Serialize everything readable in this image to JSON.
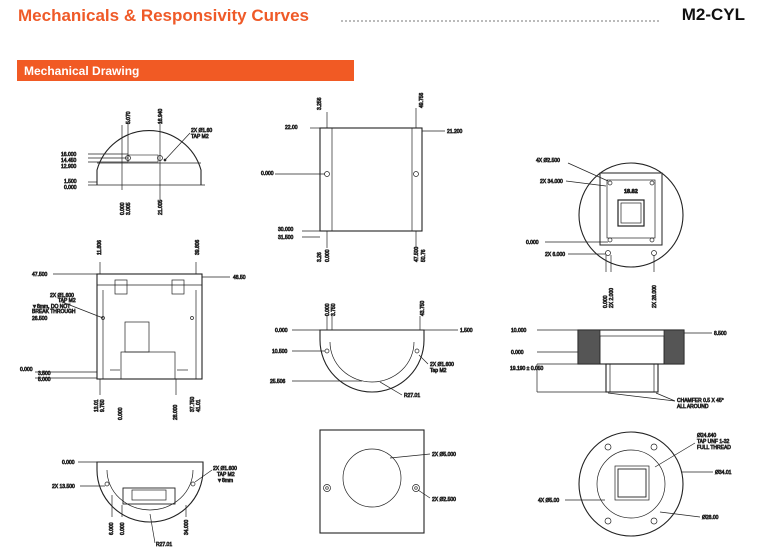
{
  "header": {
    "title": "Mechanicals & Responsivity Curves",
    "product": "M2-CYL"
  },
  "section": {
    "label": "Mechanical Drawing"
  },
  "d1": {
    "top": [
      "5.070",
      "18.940"
    ],
    "left": [
      "16.000",
      "14.450",
      "12.900",
      "1.500",
      "0.000"
    ],
    "bottom": [
      "0.000",
      "3.005",
      "21.005"
    ],
    "note": [
      "2X Ø1.60",
      "TAP M2"
    ]
  },
  "d2": {
    "top": [
      "3.256",
      "49.756"
    ],
    "left": [
      "22.00",
      "0.000",
      "30.000",
      "31.500"
    ],
    "right": "21.200",
    "bottom": [
      "3.26",
      "0.000",
      "47.500",
      "50.76"
    ]
  },
  "d3": {
    "labels": [
      "4X Ø2.500",
      "2X 34.000",
      "0.000",
      "2X 6.000"
    ],
    "chip": "18.82",
    "bottom": [
      "0.000",
      "2X 2.000",
      "2X 28.000"
    ]
  },
  "d4": {
    "top": [
      "11.806",
      "39.806"
    ],
    "left": [
      "47.500",
      "2X Ø1.600",
      "TAP M2",
      "▼8mm, DO NOT",
      "BREAK THROUGH",
      "26.500",
      "0.000",
      "3.500",
      "5.000"
    ],
    "right": "48.50",
    "bottom": [
      "13.01",
      "9.750",
      "0.000",
      "28.000",
      "37.750",
      "41.01"
    ]
  },
  "d5": {
    "top": [
      "0.000",
      "3.750",
      "43.750"
    ],
    "left": [
      "0.000",
      "10.500",
      "25.506"
    ],
    "right": "1.500",
    "note": [
      "2X Ø1.600",
      "Tap M2"
    ],
    "radius": "R27.01"
  },
  "d6": {
    "left": [
      "10.000",
      "0.000",
      "19.190 ± 0.050"
    ],
    "right": "8.500",
    "chamfer": [
      "CHAMFER 0.5 X 45°",
      "ALL AROUND"
    ]
  },
  "d7": {
    "left": [
      "0.000",
      "2X 13.500"
    ],
    "note": [
      "2X Ø1.600",
      "TAP M2",
      "▼8mm"
    ],
    "bottom": [
      "6.000",
      "0.000",
      "34.000"
    ],
    "radius": "R27.01"
  },
  "d8": {
    "labels": [
      "2X Ø5.000",
      "2X Ø2.500"
    ]
  },
  "d9": {
    "labels": [
      "Ø24.640",
      "TAP UNF 1-32",
      "FULL THREAD",
      "Ø34.01",
      "4X Ø5.00",
      "Ø28.00"
    ]
  }
}
